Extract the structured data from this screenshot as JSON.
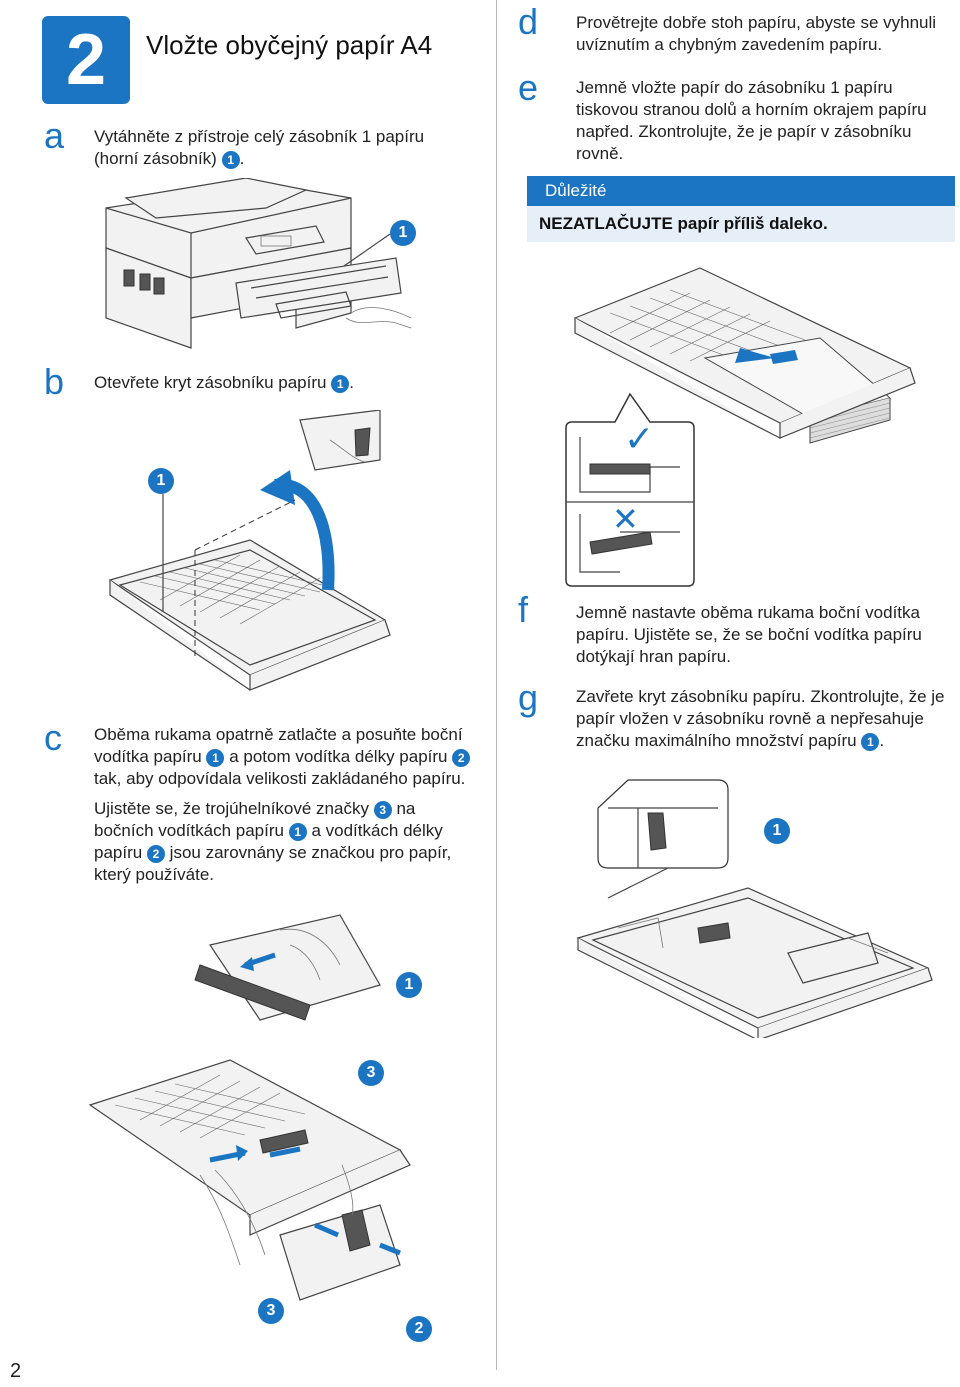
{
  "header": {
    "step_number": "2",
    "title": "Vložte obyčejný papír A4"
  },
  "steps": {
    "a": {
      "letter": "a",
      "text_before": "Vytáhněte z přístroje celý zásobník 1 papíru (horní zásobník)",
      "ref": "1",
      "text_after": "."
    },
    "b": {
      "letter": "b",
      "text_before": "Otevřete kryt zásobníku papíru",
      "ref": "1",
      "text_after": "."
    },
    "c": {
      "letter": "c",
      "p1_part1": "Oběma rukama opatrně zatlačte a posuňte boční vodítka papíru",
      "p1_ref1": "1",
      "p1_part2": "a potom vodítka délky papíru",
      "p1_ref2": "2",
      "p1_part3": "tak, aby odpovídala velikosti zakládaného papíru.",
      "p2_part1": "Ujistěte se, že trojúhelníkové značky",
      "p2_ref1": "3",
      "p2_part2": "na bočních vodítkách papíru",
      "p2_ref2": "1",
      "p2_part3": "a vodítkách délky papíru",
      "p2_ref3": "2",
      "p2_part4": "jsou zarovnány se značkou pro papír, který používáte."
    },
    "d": {
      "letter": "d",
      "text": "Provětrejte dobře stoh papíru, abyste se vyhnuli uvíznutím a chybným zavedením papíru."
    },
    "e": {
      "letter": "e",
      "text": "Jemně vložte papír do zásobníku 1 papíru tiskovou stranou dolů a horním okrajem papíru napřed. Zkontrolujte, že je papír v zásobníku rovně."
    },
    "f": {
      "letter": "f",
      "text": "Jemně nastavte oběma rukama boční vodítka papíru. Ujistěte se, že se boční vodítka papíru dotýkají hran papíru."
    },
    "g": {
      "letter": "g",
      "text_before": "Zavřete kryt zásobníku papíru. Zkontrolujte, že je papír vložen v zásobníku rovně a nepřesahuje značku maximálního množství papíru",
      "ref": "1",
      "text_after": "."
    }
  },
  "important": {
    "header": "Důležité",
    "text": "NEZATLAČUJTE papír příliš daleko."
  },
  "callouts": {
    "printer": "1",
    "cover": "1",
    "guides_top": "1",
    "mark_mid": "3",
    "mark_bottom": "3",
    "length_guide": "2",
    "closed_tray": "1"
  },
  "symbols": {
    "correct": "✓",
    "wrong": "✕"
  },
  "colors": {
    "accent": "#1b75c2",
    "important_bg": "#e6eef8"
  },
  "footer": {
    "page_number": "2"
  }
}
